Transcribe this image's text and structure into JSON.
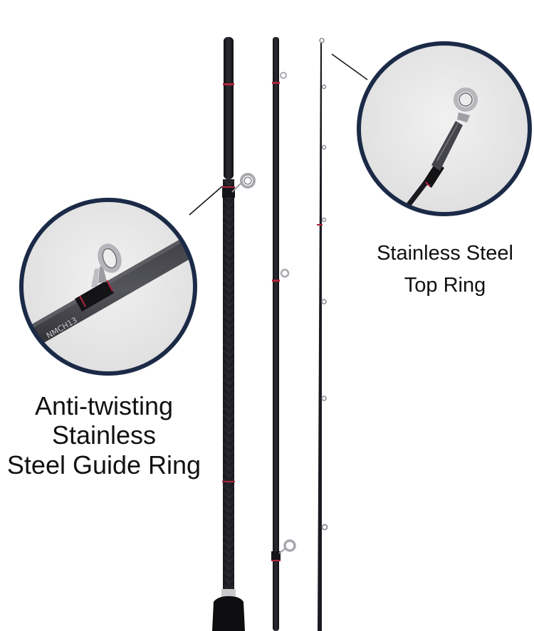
{
  "colors": {
    "background": "#ffffff",
    "rod_blank": "#16161b",
    "rod_weave": "#2b2b33",
    "wrap_accent": "#b0243a",
    "guide_metal": "#b9b9bf",
    "callout_border": "#1b2a47",
    "callout_fill": "#e9e9e9",
    "caption_text": "#111111"
  },
  "left_callout": {
    "icon": "guide-ring-closeup",
    "blank_print": "NMCH13",
    "caption_lines": [
      "Anti-twisting",
      "Stainless",
      "Steel Guide Ring"
    ]
  },
  "right_callout": {
    "icon": "top-ring-closeup",
    "caption_lines": [
      "Stainless Steel",
      "Top Ring"
    ]
  }
}
